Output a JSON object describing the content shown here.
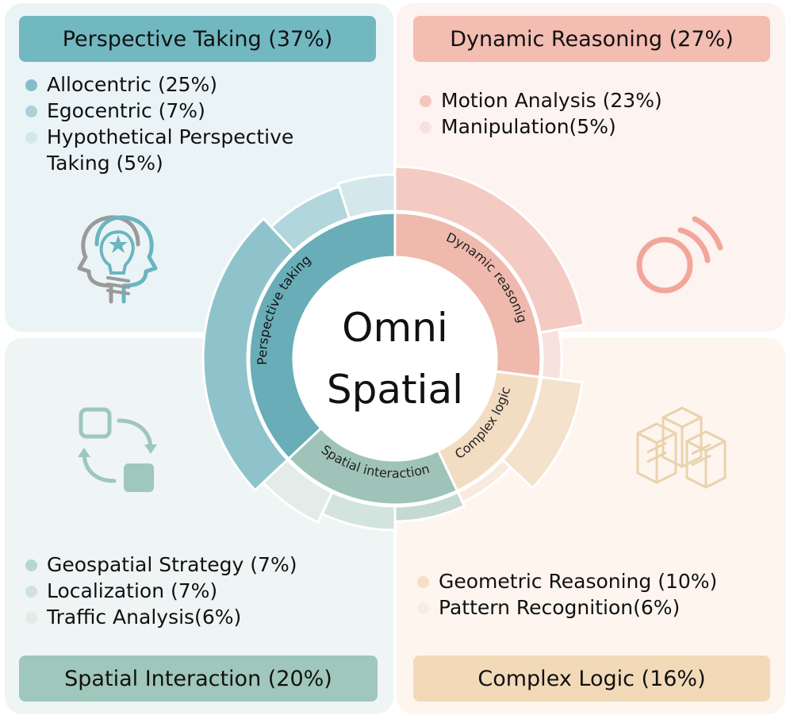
{
  "panels": {
    "perspective": {
      "title": "Perspective Taking  (37%)",
      "color": "#6db7c2",
      "items": [
        {
          "label": "Allocentric (25%)",
          "color": "#83bdc8"
        },
        {
          "label": "Egocentric (7%)",
          "color": "#a9d2d9"
        },
        {
          "label": "Hypothetical Perspective Taking (5%)",
          "color": "#d3e8ed"
        }
      ]
    },
    "dynamic": {
      "title": "Dynamic Reasoning (27%)",
      "color": "#f2b9ae",
      "items": [
        {
          "label": "Motion Analysis (23%)",
          "color": "#f4c6bd"
        },
        {
          "label": "Manipulation(5%)",
          "color": "#f9e0dc"
        }
      ]
    },
    "spatial": {
      "title": "Spatial Interaction  (20%)",
      "color": "#97c3b7",
      "items": [
        {
          "label": "Geospatial Strategy (7%)",
          "color": "#b8d6cd"
        },
        {
          "label": "Localization (7%)",
          "color": "#cfe3dd"
        },
        {
          "label": "Traffic Analysis(6%)",
          "color": "#e1ece8"
        }
      ]
    },
    "complex": {
      "title": "Complex Logic  (16%)",
      "color": "#f0d6b5",
      "items": [
        {
          "label": "Geometric Reasoning (10%)",
          "color": "#f5dfc5"
        },
        {
          "label": "Pattern Recognition(6%)",
          "color": "#faece0"
        }
      ]
    }
  },
  "chart_data": {
    "type": "sunburst",
    "center_label": [
      "Omni",
      "Spatial"
    ],
    "inner": [
      {
        "name": "Dynamic reasonig",
        "value": 27,
        "color": "#efb9ad",
        "label_color": "#222"
      },
      {
        "name": "Complex logic",
        "value": 16,
        "color": "#f2dcc2",
        "label_color": "#222"
      },
      {
        "name": "Spatial interaction",
        "value": 20,
        "color": "#9fc3b8",
        "label_color": "#222"
      },
      {
        "name": "Perspective taking",
        "value": 37,
        "color": "#68adb7",
        "label_color": "#111"
      }
    ],
    "outer": [
      {
        "name": "Motion Analysis",
        "value": 23,
        "color": "#f4cbc3"
      },
      {
        "name": "Manipulation",
        "value": 5,
        "color": "#f8e2de"
      },
      {
        "name": "Geometric Reasoning",
        "value": 10,
        "color": "#f4e2cc"
      },
      {
        "name": "Pattern Recognition",
        "value": 6,
        "color": "#f8ebdd"
      },
      {
        "name": "Geospatial Strategy",
        "value": 7,
        "color": "#c3d9d2"
      },
      {
        "name": "Localization",
        "value": 7,
        "color": "#d3e3dd"
      },
      {
        "name": "Traffic Analysis",
        "value": 6,
        "color": "#e3ece8"
      },
      {
        "name": "Allocentric",
        "value": 25,
        "color": "#8fc3cc"
      },
      {
        "name": "Egocentric",
        "value": 7,
        "color": "#b1d6dc"
      },
      {
        "name": "Hypothetical Perspective Taking",
        "value": 5,
        "color": "#d4e8ec"
      }
    ]
  },
  "icons": {
    "perspective": "head-profiles-icon",
    "dynamic": "motion-circles-icon",
    "spatial": "swap-squares-icon",
    "complex": "cube-stack-icon"
  }
}
